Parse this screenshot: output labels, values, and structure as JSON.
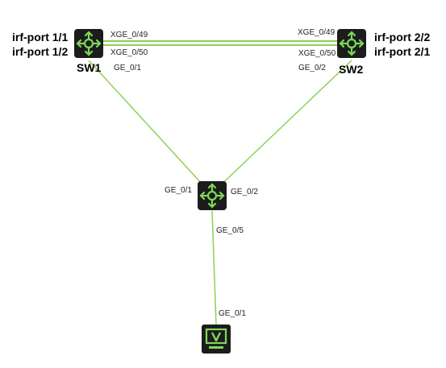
{
  "colors": {
    "link": "#8fd14f",
    "device_body": "#1c1c1c",
    "device_icon": "#7ed957"
  },
  "devices": {
    "sw1": {
      "name": "SW1",
      "irf_ports": [
        "irf-port 1/1",
        "irf-port 1/2"
      ],
      "icon": "router-icon"
    },
    "sw2": {
      "name": "SW2",
      "irf_ports": [
        "irf-port 2/2",
        "irf-port 2/1"
      ],
      "icon": "router-icon"
    },
    "core": {
      "icon": "router-icon"
    },
    "terminal": {
      "icon": "monitor-icon"
    }
  },
  "ports": {
    "sw1_xge49": "XGE_0/49",
    "sw1_xge50": "XGE_0/50",
    "sw1_ge01": "GE_0/1",
    "sw2_xge49": "XGE_0/49",
    "sw2_xge50": "XGE_0/50",
    "sw2_ge02": "GE_0/2",
    "core_ge01": "GE_0/1",
    "core_ge02": "GE_0/2",
    "core_ge05": "GE_0/5",
    "term_ge01": "GE_0/1"
  }
}
